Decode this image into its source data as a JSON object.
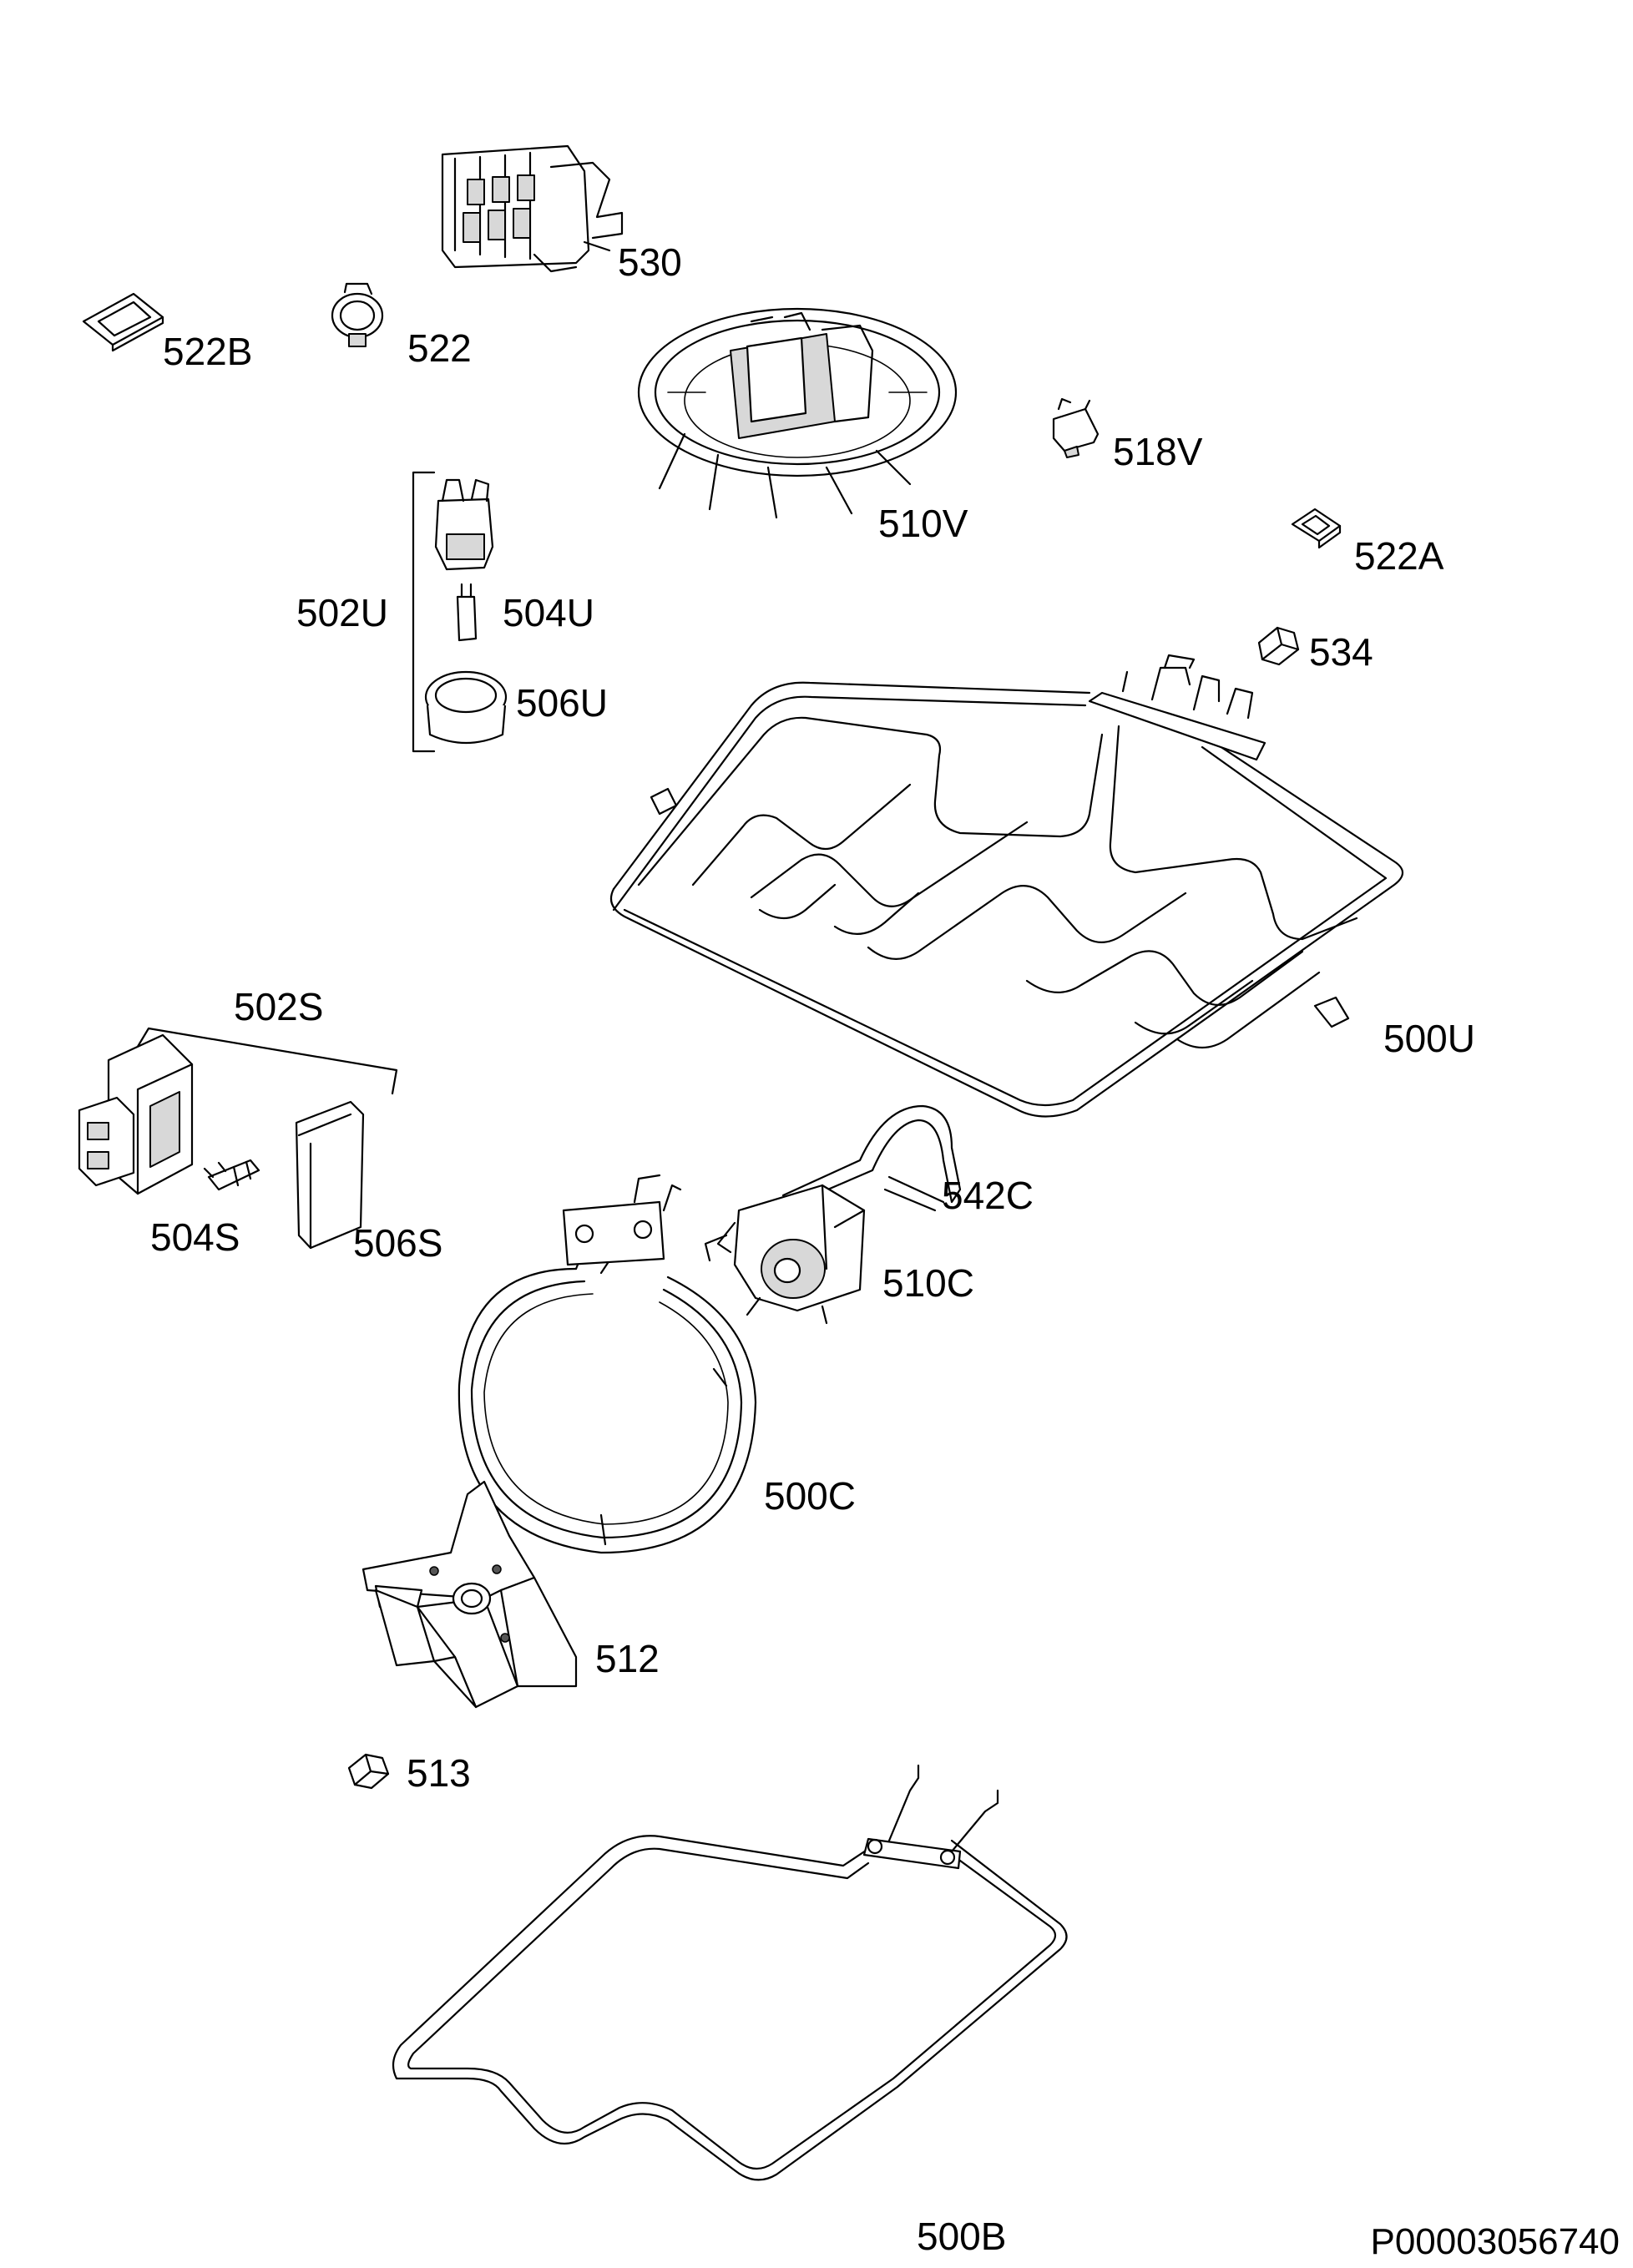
{
  "drawing_code": "P00003056740",
  "parts": [
    {
      "id": "p530",
      "label": "530"
    },
    {
      "id": "p522B",
      "label": "522B"
    },
    {
      "id": "p522",
      "label": "522"
    },
    {
      "id": "p510V",
      "label": "510V"
    },
    {
      "id": "p518V",
      "label": "518V"
    },
    {
      "id": "p522A",
      "label": "522A"
    },
    {
      "id": "p534",
      "label": "534"
    },
    {
      "id": "p502U",
      "label": "502U"
    },
    {
      "id": "p504U",
      "label": "504U"
    },
    {
      "id": "p506U",
      "label": "506U"
    },
    {
      "id": "p500U",
      "label": "500U"
    },
    {
      "id": "p502S",
      "label": "502S"
    },
    {
      "id": "p504S",
      "label": "504S"
    },
    {
      "id": "p506S",
      "label": "506S"
    },
    {
      "id": "p542C",
      "label": "542C"
    },
    {
      "id": "p510C",
      "label": "510C"
    },
    {
      "id": "p500C",
      "label": "500C"
    },
    {
      "id": "p512",
      "label": "512"
    },
    {
      "id": "p513",
      "label": "513"
    },
    {
      "id": "p500B",
      "label": "500B"
    }
  ]
}
